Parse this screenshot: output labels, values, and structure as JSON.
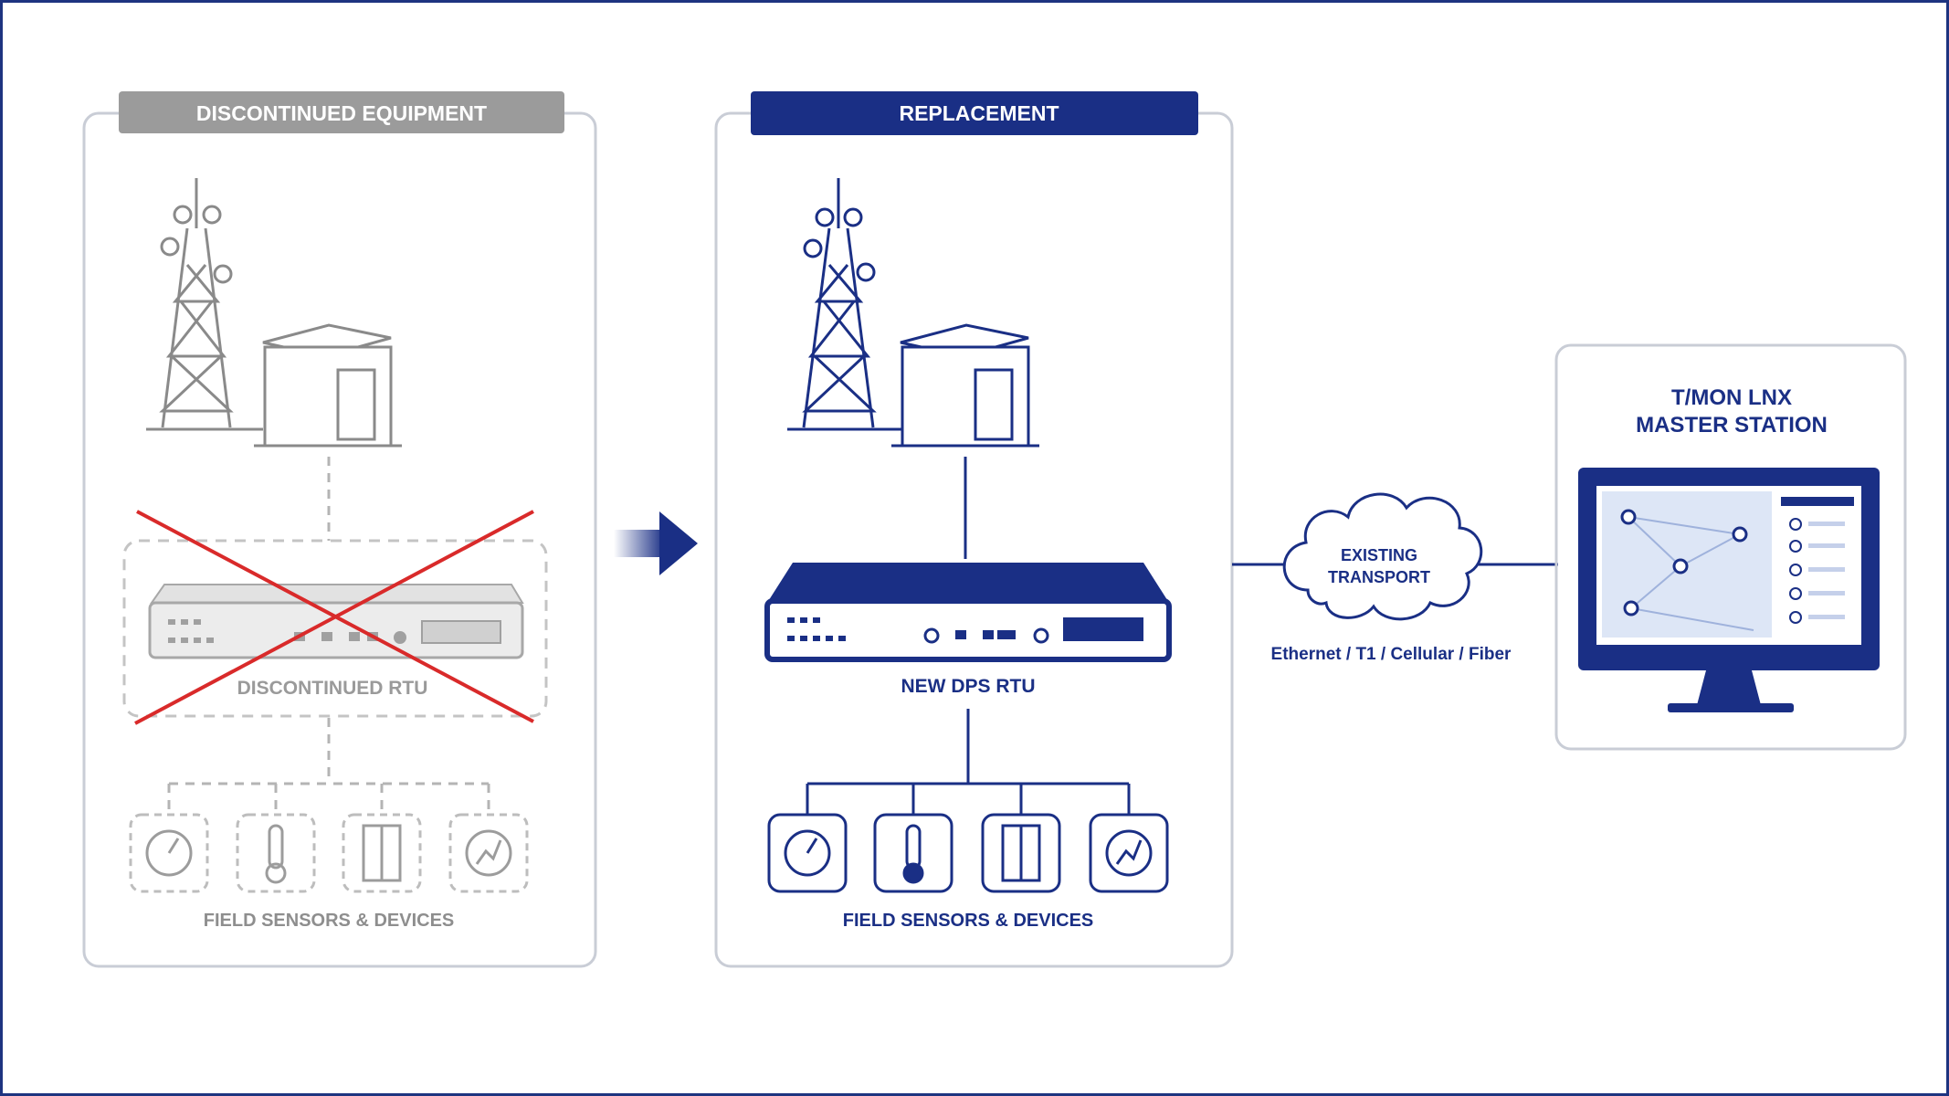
{
  "colors": {
    "navy": "#1a2f85",
    "gray_header": "#9b9b9b",
    "gray_line": "#b4b4b4",
    "red_cross": "#d92a2a",
    "panel_border": "#c9cdd6",
    "monitor_screen": "#dde6f6"
  },
  "left_panel": {
    "header": "DISCONTINUED EQUIPMENT",
    "device_label": "DISCONTINUED RTU",
    "sensors_label": "FIELD SENSORS & DEVICES",
    "sensor_icons": [
      "gauge-icon",
      "thermometer-icon",
      "door-icon",
      "meter-icon"
    ]
  },
  "middle_panel": {
    "header": "REPLACEMENT",
    "device_label": "NEW DPS RTU",
    "sensors_label": "FIELD SENSORS & DEVICES",
    "sensor_icons": [
      "gauge-icon",
      "thermometer-icon",
      "door-icon",
      "meter-icon"
    ]
  },
  "transport": {
    "cloud_line1": "EXISTING",
    "cloud_line2": "TRANSPORT",
    "methods": "Ethernet / T1 / Cellular / Fiber"
  },
  "master_station": {
    "title_line1": "T/MON LNX",
    "title_line2": "MASTER STATION"
  }
}
